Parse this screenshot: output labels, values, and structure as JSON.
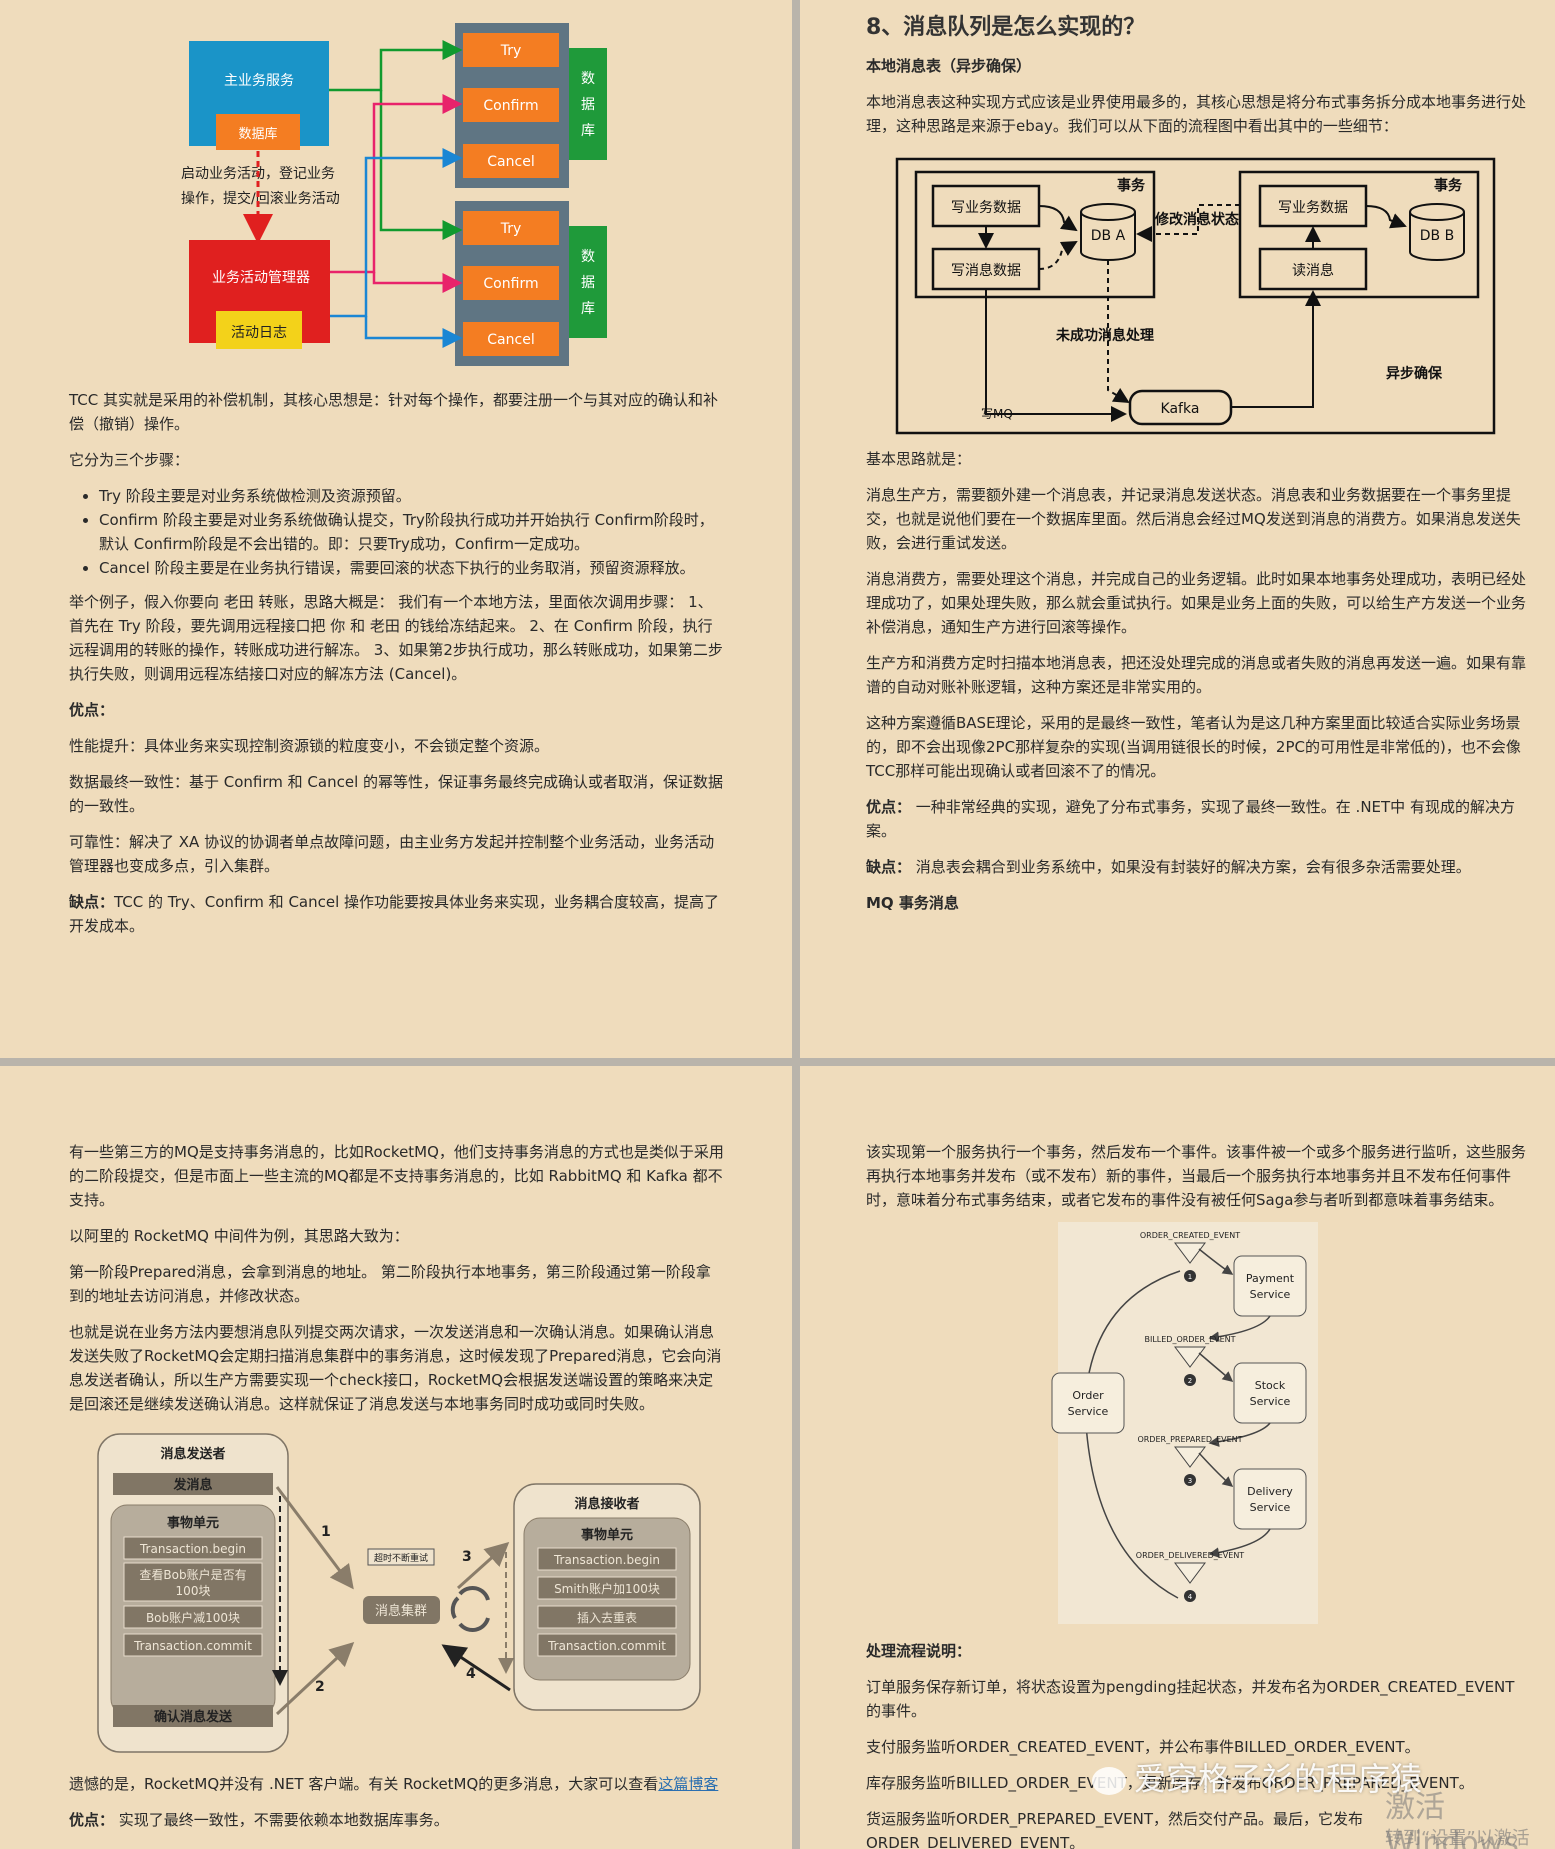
{
  "tcc_diagram": {
    "main_service": "主业务服务",
    "database": "数据库",
    "start_note_1": "启动业务活动，登记业务",
    "start_note_2": "操作，提交/回滚业务活动",
    "manager": "业务活动管理器",
    "activity_log": "活动日志",
    "try": "Try",
    "confirm": "Confirm",
    "cancel": "Cancel",
    "db_char_1": "数",
    "db_char_2": "据",
    "db_char_3": "库"
  },
  "page1": {
    "intro": "TCC 其实就是采用的补偿机制，其核心思想是：针对每个操作，都要注册一个与其对应的确认和补偿（撤销）操作。",
    "steps_intro": "它分为三个步骤：",
    "steps": [
      "Try 阶段主要是对业务系统做检测及资源预留。",
      "Confirm 阶段主要是对业务系统做确认提交，Try阶段执行成功并开始执行 Confirm阶段时，默认 Confirm阶段是不会出错的。即：只要Try成功，Confirm一定成功。",
      "Cancel 阶段主要是在业务执行错误，需要回滚的状态下执行的业务取消，预留资源释放。"
    ],
    "example": "举个例子，假入你要向 老田 转账，思路大概是： 我们有一个本地方法，里面依次调用步骤： 1、首先在 Try 阶段，要先调用远程接口把 你 和 老田 的钱给冻结起来。 2、在 Confirm 阶段，执行远程调用的转账的操作，转账成功进行解冻。 3、如果第2步执行成功，那么转账成功，如果第二步执行失败，则调用远程冻结接口对应的解冻方法 (Cancel)。",
    "pros_title": "优点：",
    "pros_1": "性能提升：具体业务来实现控制资源锁的粒度变小，不会锁定整个资源。",
    "pros_2": "数据最终一致性：基于 Confirm 和 Cancel 的幂等性，保证事务最终完成确认或者取消，保证数据的一致性。",
    "pros_3": "可靠性：解决了 XA 协议的协调者单点故障问题，由主业务方发起并控制整个业务活动，业务活动管理器也变成多点，引入集群。",
    "cons_label": "缺点：",
    "cons_text": "TCC 的 Try、Confirm 和 Cancel 操作功能要按具体业务来实现，业务耦合度较高，提高了开发成本。"
  },
  "page2": {
    "heading": "8、消息队列是怎么实现的？",
    "subheading": "本地消息表（异步确保）",
    "intro": "本地消息表这种实现方式应该是业界使用最多的，其核心思想是将分布式事务拆分成本地事务进行处理，这种思路是来源于ebay。我们可以从下面的流程图中看出其中的一些细节：",
    "diagram": {
      "tx_left": "事务",
      "tx_right": "事务",
      "write_biz_left": "写业务数据",
      "write_msg": "写消息数据",
      "db_a": "DB A",
      "modify_state": "修改消息状态",
      "write_biz_right": "写业务数据",
      "read_msg": "读消息",
      "db_b": "DB B",
      "unsuccessful": "未成功消息处理",
      "async_ensure": "异步确保",
      "write_mq": "写MQ",
      "kafka": "Kafka"
    },
    "basic_idea": "基本思路就是：",
    "para_producer": "消息生产方，需要额外建一个消息表，并记录消息发送状态。消息表和业务数据要在一个事务里提交，也就是说他们要在一个数据库里面。然后消息会经过MQ发送到消息的消费方。如果消息发送失败，会进行重试发送。",
    "para_consumer": "消息消费方，需要处理这个消息，并完成自己的业务逻辑。此时如果本地事务处理成功，表明已经处理成功了，如果处理失败，那么就会重试执行。如果是业务上面的失败，可以给生产方发送一个业务补偿消息，通知生产方进行回滚等操作。",
    "para_scan": "生产方和消费方定时扫描本地消息表，把还没处理完成的消息或者失败的消息再发送一遍。如果有靠谱的自动对账补账逻辑，这种方案还是非常实用的。",
    "para_base": "这种方案遵循BASE理论，采用的是最终一致性，笔者认为是这几种方案里面比较适合实际业务场景的，即不会出现像2PC那样复杂的实现(当调用链很长的时候，2PC的可用性是非常低的)，也不会像TCC那样可能出现确认或者回滚不了的情况。",
    "pros_label": "优点：",
    "pros_text": " 一种非常经典的实现，避免了分布式事务，实现了最终一致性。在 .NET中 有现成的解决方案。",
    "cons_label": "缺点：",
    "cons_text": " 消息表会耦合到业务系统中，如果没有封装好的解决方案，会有很多杂活需要处理。",
    "mq_heading": "MQ 事务消息"
  },
  "page3": {
    "para_1": "有一些第三方的MQ是支持事务消息的，比如RocketMQ，他们支持事务消息的方式也是类似于采用的二阶段提交，但是市面上一些主流的MQ都是不支持事务消息的，比如 RabbitMQ 和 Kafka 都不支持。",
    "para_2": "以阿里的 RocketMQ 中间件为例，其思路大致为：",
    "para_3": "第一阶段Prepared消息，会拿到消息的地址。 第二阶段执行本地事务，第三阶段通过第一阶段拿到的地址去访问消息，并修改状态。",
    "para_4": "也就是说在业务方法内要想消息队列提交两次请求，一次发送消息和一次确认消息。如果确认消息发送失败了RocketMQ会定期扫描消息集群中的事务消息，这时候发现了Prepared消息，它会向消息发送者确认，所以生产方需要实现一个check接口，RocketMQ会根据发送端设置的策略来决定是回滚还是继续发送确认消息。这样就保证了消息发送与本地事务同时成功或同时失败。",
    "diagram": {
      "sender": "消息发送者",
      "send_msg": "发消息",
      "tx_unit": "事物单元",
      "tx_begin": "Transaction.begin",
      "check_bob_1": "查看Bob账户是否有",
      "check_bob_2": "100块",
      "bob_minus": "Bob账户减100块",
      "tx_commit": "Transaction.commit",
      "confirm_send": "确认消息发送",
      "cluster": "消息集群",
      "timeout_retry": "超时不断重试",
      "n1": "1",
      "n2": "2",
      "n3": "3",
      "n4": "4",
      "receiver": "消息接收者",
      "smith_plus": "Smith账户加100块",
      "insert_dedup": "插入去重表"
    },
    "para_5_text": "遗憾的是，RocketMQ并没有 .NET 客户端。有关 RocketMQ的更多消息，大家可以查看",
    "para_5_link": "这篇博客",
    "pros_label": "优点：",
    "pros_text": " 实现了最终一致性，不需要依赖本地数据库事务。"
  },
  "page4": {
    "para_1": "该实现第一个服务执行一个事务，然后发布一个事件。该事件被一个或多个服务进行监听，这些服务再执行本地事务并发布（或不发布）新的事件，当最后一个服务执行本地事务并且不发布任何事件时，意味着分布式事务结束，或者它发布的事件没有被任何Saga参与者听到都意味着事务结束。",
    "saga": {
      "order_service_1": "Order",
      "order_service_2": "Service",
      "payment_1": "Payment",
      "payment_2": "Service",
      "stock_1": "Stock",
      "stock_2": "Service",
      "delivery_1": "Delivery",
      "delivery_2": "Service",
      "ev1": "ORDER_CREATED_EVENT",
      "ev2": "BILLED_ORDER_EVENT",
      "ev3": "ORDER_PREPARED_EVENT",
      "ev4": "ORDER_DELIVERED_EVENT",
      "s1": "1",
      "s2": "2",
      "s3": "3",
      "s4": "4"
    },
    "flow_heading": "处理流程说明：",
    "flow_1": "订单服务保存新订单，将状态设置为pengding挂起状态，并发布名为ORDER_CREATED_EVENT的事件。",
    "flow_2": "支付服务监听ORDER_CREATED_EVENT，并公布事件BILLED_ORDER_EVENT。",
    "flow_3": "库存服务监听BILLED_ORDER_EVENT，更新库存，并发布ORDER_PREPARED_EVENT。",
    "flow_4": "货运服务监听ORDER_PREPARED_EVENT，然后交付产品。最后，它发布ORDER_DELIVERED_EVENT。"
  },
  "watermark": {
    "brand": "爱穿格子衫的程序猿",
    "activate_1": "激活 Windows",
    "activate_2": "转到“设置”以激活"
  }
}
